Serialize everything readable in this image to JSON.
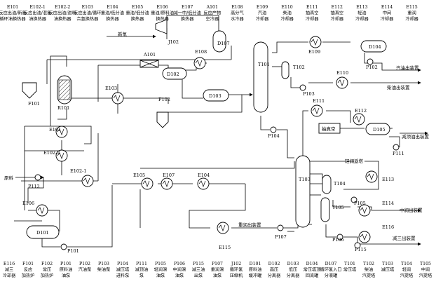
{
  "header_legend": [
    {
      "tag": "E101",
      "l1": "反应出油/新氢",
      "l2": "循环油换热器"
    },
    {
      "tag": "E102-1",
      "l1": "反应出油/混氢",
      "l2": "油换热器"
    },
    {
      "tag": "E102-2",
      "l1": "反应出油/进料",
      "l2": "油换热器"
    },
    {
      "tag": "E103",
      "l1": "反应出油/循环",
      "l2": "合氢换热器"
    },
    {
      "tag": "E104",
      "l1": "重油/低分油",
      "l2": "换热器"
    },
    {
      "tag": "E105",
      "l1": "重油/低分油",
      "l2": "换热器"
    },
    {
      "tag": "E106",
      "l1": "重油/原料油",
      "l2": "换热器"
    },
    {
      "tag": "E107",
      "l1": "减一中/低分油",
      "l2": "换热器"
    },
    {
      "tag": "A101",
      "l1": "反应产物",
      "l2": "空冷器"
    },
    {
      "tag": "E108",
      "l1": "高分气",
      "l2": "水冷器"
    },
    {
      "tag": "E109",
      "l1": "汽油",
      "l2": "冷却器"
    },
    {
      "tag": "E110",
      "l1": "柴油",
      "l2": "冷却器"
    },
    {
      "tag": "E111",
      "l1": "抽真空",
      "l2": "冷却器"
    },
    {
      "tag": "E112",
      "l1": "抽真空",
      "l2": "冷却器"
    },
    {
      "tag": "E113",
      "l1": "轻油",
      "l2": "冷却器"
    },
    {
      "tag": "E114",
      "l1": "中间",
      "l2": "冷却器"
    },
    {
      "tag": "E115",
      "l1": "重润",
      "l2": "冷却器"
    }
  ],
  "footer_legend": [
    {
      "tag": "E116",
      "l1": "减三",
      "l2": "冷却器"
    },
    {
      "tag": "F101",
      "l1": "反应",
      "l2": "加热炉"
    },
    {
      "tag": "F102",
      "l1": "常压",
      "l2": "加热炉"
    },
    {
      "tag": "P101",
      "l1": "原料油",
      "l2": "油泵"
    },
    {
      "tag": "P102",
      "l1": "汽油泵",
      "l2": ""
    },
    {
      "tag": "P103",
      "l1": "柴油泵",
      "l2": ""
    },
    {
      "tag": "P104",
      "l1": "减压塔",
      "l2": "进料泵"
    },
    {
      "tag": "P111",
      "l1": "减顶油",
      "l2": "泵"
    },
    {
      "tag": "P105",
      "l1": "轻润滑",
      "l2": "油泵"
    },
    {
      "tag": "P106",
      "l1": "中润滑",
      "l2": "油泵"
    },
    {
      "tag": "P115",
      "l1": "减三油",
      "l2": "出泵"
    },
    {
      "tag": "P107",
      "l1": "重润滑",
      "l2": "油泵"
    },
    {
      "tag": "J102",
      "l1": "循环氢",
      "l2": "压缩机"
    },
    {
      "tag": "D101",
      "l1": "原料油",
      "l2": "缓冲罐"
    },
    {
      "tag": "D102",
      "l1": "高压",
      "l2": "分离器"
    },
    {
      "tag": "D103",
      "l1": "低压",
      "l2": "分离器"
    },
    {
      "tag": "D104",
      "l1": "常压塔顶",
      "l2": "回流罐"
    },
    {
      "tag": "D107",
      "l1": "循环氢入口",
      "l2": "分液罐"
    },
    {
      "tag": "T101",
      "l1": "常压塔",
      "l2": ""
    },
    {
      "tag": "T102",
      "l1": "柴油",
      "l2": "汽提塔"
    },
    {
      "tag": "T103",
      "l1": "减压塔",
      "l2": ""
    },
    {
      "tag": "T104",
      "l1": "轻润",
      "l2": "汽提塔"
    },
    {
      "tag": "T105",
      "l1": "中润",
      "l2": "汽提塔"
    }
  ],
  "equipment": {
    "J102": "J102",
    "D107": "D107",
    "E108": "E108",
    "A101": "A101",
    "D102": "D102",
    "D103": "D103",
    "F102": "F102",
    "F101": "F101",
    "R101": "R101",
    "E103": "E103",
    "E101": "E101",
    "E102_2": "E102-2",
    "E102_1": "E102-1",
    "E106": "E106",
    "D101": "D101",
    "P112": "P112",
    "P101": "P101",
    "E105": "E105",
    "E107": "E107",
    "E104": "E104",
    "E115": "E115",
    "T101": "T101",
    "T102": "T102",
    "P102": "P102",
    "P103": "P103",
    "P104": "P104",
    "E109": "E109",
    "D104": "D104",
    "E110": "E110",
    "E111": "E111",
    "E112": "E112",
    "D105": "D105",
    "P111": "P111",
    "T103": "T103",
    "T104": "T104",
    "T105": "T105",
    "E113": "E113",
    "E114": "E114",
    "E116": "E116",
    "P105": "P105",
    "P106": "P106",
    "P115": "P115",
    "P107": "P107"
  },
  "stream_labels": {
    "new_hydrogen": "新氢",
    "feed": "原料",
    "vacuum_unit": "抽真空",
    "gasoline_out": "汽油出装置",
    "diesel_out": "柴油出装置",
    "vac_top_oil_out": "减顶油出装置",
    "light_lube_reflux": "轻润返塔",
    "middle_lube_out": "中润出装置",
    "heavy_lube_out": "重润出装置",
    "vac3_out": "减三出装置"
  }
}
